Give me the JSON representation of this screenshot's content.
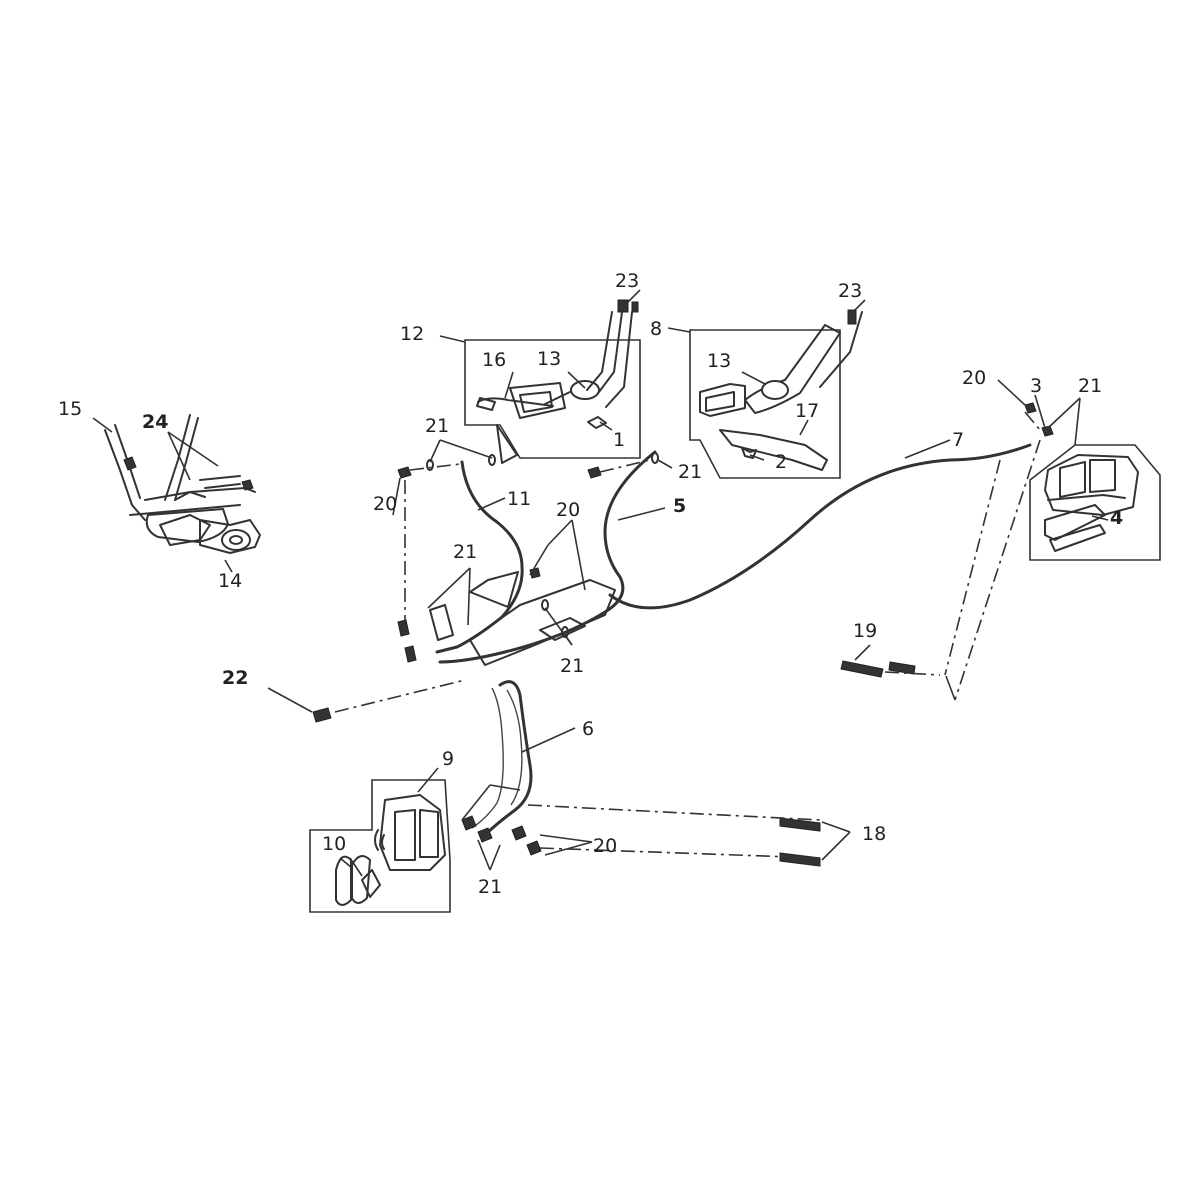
{
  "diagram": {
    "callouts": [
      "1",
      "2",
      "3",
      "4",
      "5",
      "6",
      "7",
      "8",
      "9",
      "10",
      "11",
      "12",
      "13",
      "14",
      "15",
      "16",
      "17",
      "18",
      "19",
      "20",
      "21",
      "22",
      "23",
      "24"
    ]
  }
}
